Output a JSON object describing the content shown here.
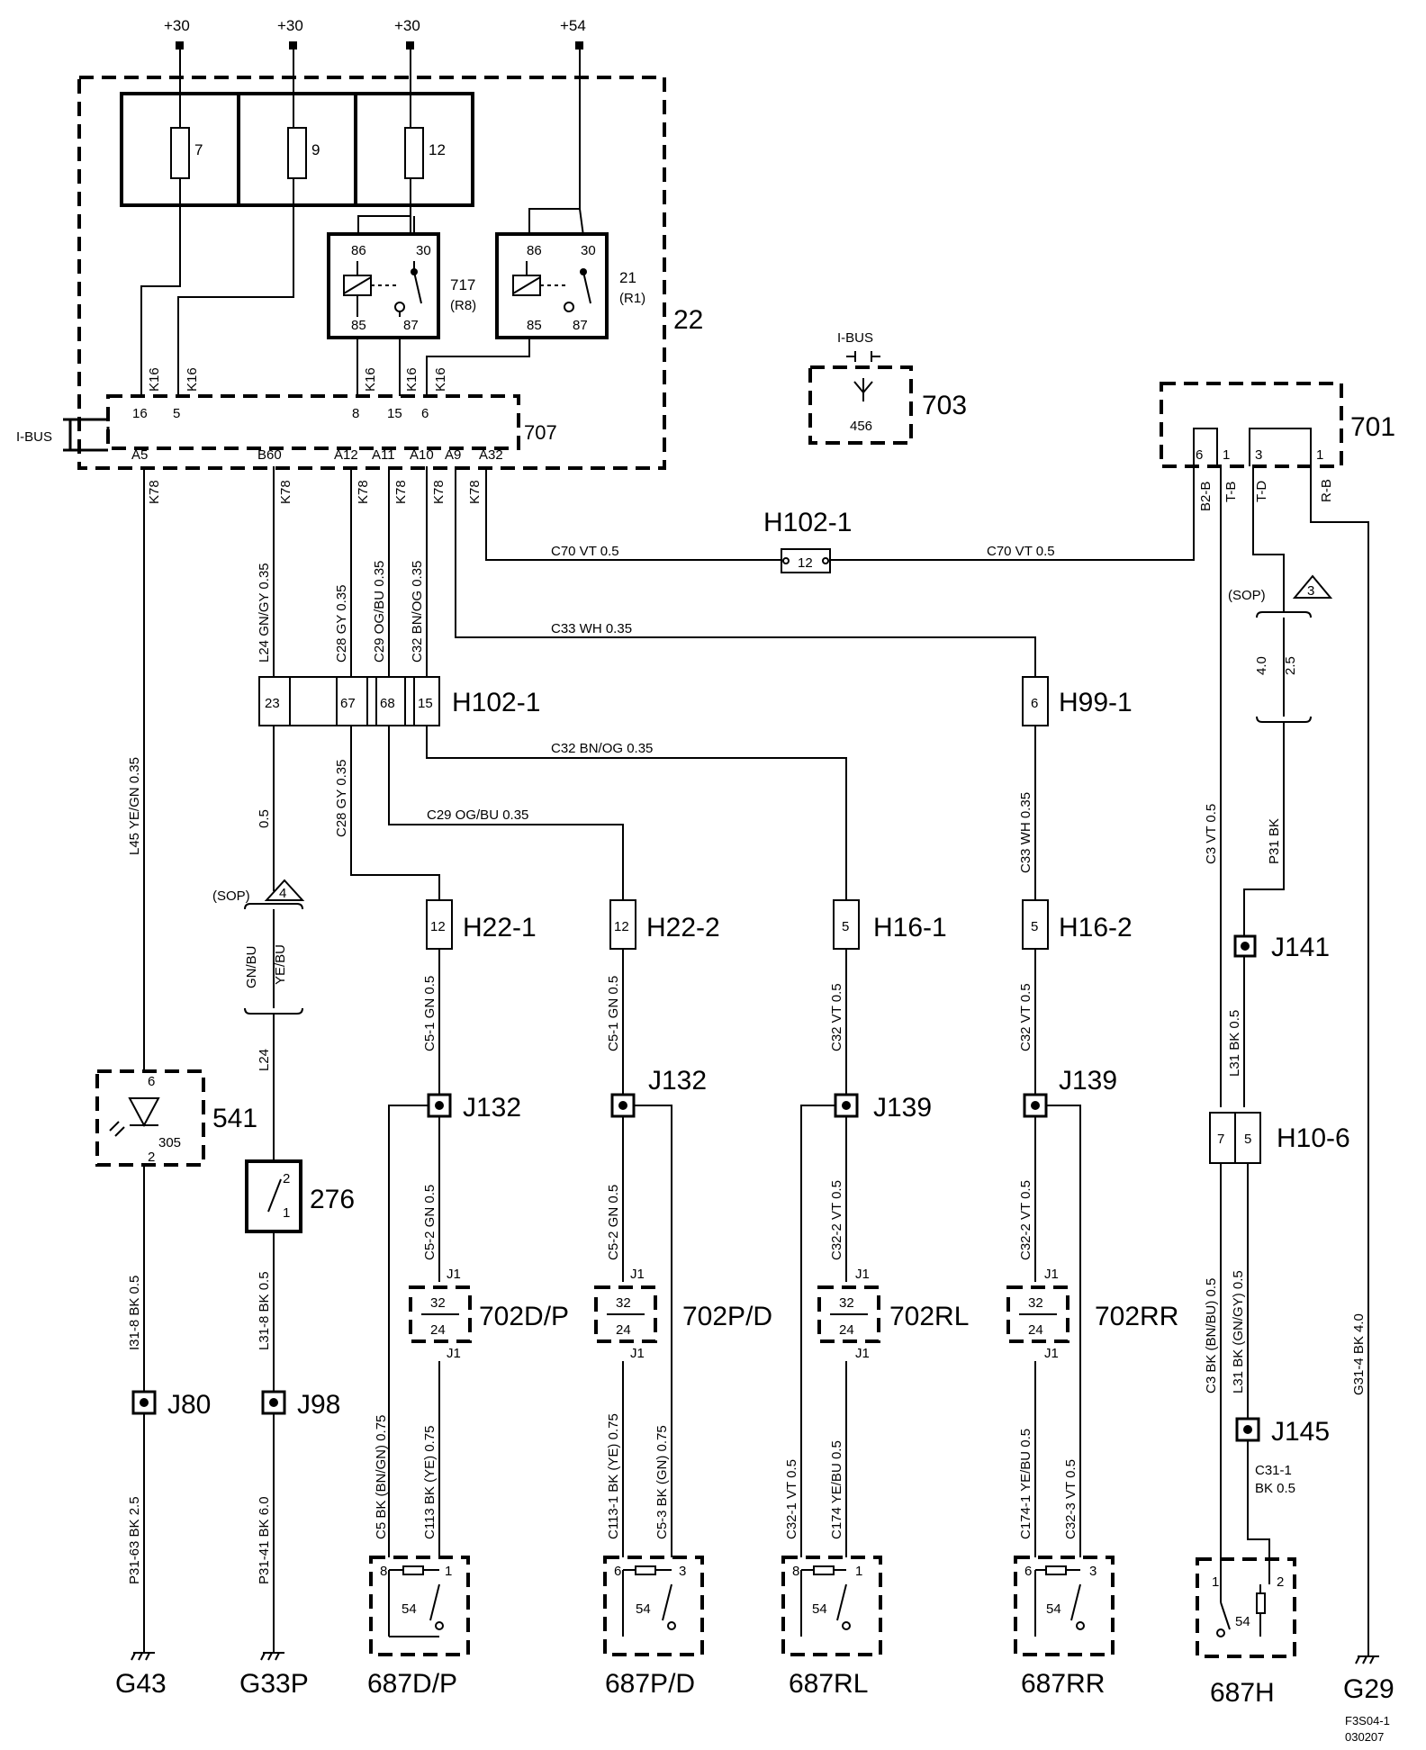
{
  "power": [
    "+30",
    "+30",
    "+30",
    "+54"
  ],
  "fuses": [
    "7",
    "9",
    "12"
  ],
  "relays": [
    {
      "pin86": "86",
      "pin30": "30",
      "pin85": "85",
      "pin87": "87",
      "id": "717",
      "sub": "(R8)"
    },
    {
      "pin86": "86",
      "pin30": "30",
      "pin85": "85",
      "pin87": "87",
      "id": "21",
      "sub": "(R1)"
    }
  ],
  "box22": "22",
  "box707": "707",
  "ibus": "I-BUS",
  "k16": "K16",
  "k78": "K78",
  "pins707_top": [
    "16",
    "5",
    "8",
    "15",
    "6"
  ],
  "pins707_bot": [
    "A5",
    "B60",
    "A12",
    "A11",
    "A10",
    "A9",
    "A32"
  ],
  "comp703": {
    "label": "I-BUS",
    "num": "456",
    "id": "703"
  },
  "comp701": {
    "id": "701",
    "pins": [
      "6",
      "1",
      "3",
      "1"
    ],
    "wires": [
      "B2-B",
      "T-B",
      "T-D",
      "R-B"
    ]
  },
  "h102_top": {
    "id": "H102-1",
    "pin": "12",
    "wire_left": "C70  VT  0.5",
    "wire_right": "C70  VT  0.5"
  },
  "wire_c33": "C33  WH  0.35",
  "wire_c32": "C32  BN/OG   0.35",
  "wire_c29": "C29   OG/BU  0.35",
  "vwires_top": [
    "L24  GN/GY  0.35",
    "C28  GY  0.35",
    "C29  OG/BU  0.35",
    "C32  BN/OG  0.35"
  ],
  "h102_block": {
    "id": "H102-1",
    "pins": [
      "23",
      "67",
      "68",
      "15"
    ]
  },
  "h99": {
    "id": "H99-1",
    "pin": "6"
  },
  "wire_l45": "L45  YE/GN  0.35",
  "wire_05": "0.5",
  "wire_c28b": "C28  GY  0.35",
  "wire_c33b": "C33  WH  0.35",
  "sop_left": {
    "text": "(SOP)",
    "note": "4",
    "a": "GN/BU",
    "b": "YE/BU",
    "below": "L24"
  },
  "sop_right": {
    "text": "(SOP)",
    "note": "3",
    "a": "4.0",
    "b": "2.5"
  },
  "wire_c3": "C3  VT  0.5",
  "wire_p31": "P31  BK",
  "connectors_h": [
    {
      "id": "H22-1",
      "pin": "12"
    },
    {
      "id": "H22-2",
      "pin": "12"
    },
    {
      "id": "H16-1",
      "pin": "5"
    },
    {
      "id": "H16-2",
      "pin": "5"
    }
  ],
  "j141": "J141",
  "wire_c5_1": "C5-1 GN  0.5",
  "wire_c5_1b": "C5-1 GN  0.5",
  "wire_c32_vt": "C32  VT  0.5",
  "wire_c32_vt_b": "C32  VT  0.5",
  "wire_l31_bk": "L31  BK  0.5",
  "comp541": {
    "id": "541",
    "pin_top": "6",
    "pin_bot": "2",
    "num": "305"
  },
  "splices": [
    "J132",
    "J132",
    "J139",
    "J139"
  ],
  "h10": {
    "id": "H10-6",
    "pins": [
      "7",
      "5"
    ]
  },
  "comp276": {
    "id": "276",
    "pin_top": "2",
    "pin_bot": "1"
  },
  "wires_mid": [
    "C5-2  GN  0.5",
    "C5-2  GN  0.5",
    "C32-2  VT  0.5",
    "C32-2  VT  0.5"
  ],
  "doors702": [
    {
      "id": "702D/P",
      "pin_top": "32",
      "pin_bot": "24",
      "j": "J1"
    },
    {
      "id": "702P/D",
      "pin_top": "32",
      "pin_bot": "24",
      "j": "J1"
    },
    {
      "id": "702RL",
      "pin_top": "32",
      "pin_bot": "24",
      "j": "J1"
    },
    {
      "id": "702RR",
      "pin_top": "32",
      "pin_bot": "24",
      "j": "J1"
    }
  ],
  "wire_i31": "I31-8  BK  0.5",
  "wire_l31_8": "L31-8  BK  0.5",
  "wire_c3_bk": "C3  BK (BN/BU)  0.5",
  "wire_l31_gn": "L31  BK (GN/GY)  0.5",
  "wire_g31": "G31-4  BK  4.0",
  "j80": "J80",
  "j98": "J98",
  "j145": "J145",
  "wire_c31": [
    "C31-1",
    "BK    0.5"
  ],
  "wires_low": [
    [
      "C5   BK  (BN/GN)  0.75",
      "C113  BK  (YE)  0.75"
    ],
    [
      "C113-1 BK (YE)  0.75",
      "C5-3  BK  (GN)  0.75"
    ],
    [
      "C32-1  VT  0.5",
      "C174  YE/BU  0.5"
    ],
    [
      "C174-1  YE/BU  0.5",
      "C32-3  VT  0.5"
    ]
  ],
  "wire_p31_63": "P31-63  BK  2.5",
  "wire_p31_41": "P31-41  BK  6.0",
  "switches687": [
    {
      "id": "687D/P",
      "pins": [
        "8",
        "1"
      ],
      "num": "54"
    },
    {
      "id": "687P/D",
      "pins": [
        "6",
        "3"
      ],
      "num": "54"
    },
    {
      "id": "687RL",
      "pins": [
        "8",
        "1"
      ],
      "num": "54"
    },
    {
      "id": "687RR",
      "pins": [
        "6",
        "3"
      ],
      "num": "54"
    },
    {
      "id": "687H",
      "pins": [
        "1",
        "2"
      ],
      "num": "54"
    }
  ],
  "grounds": [
    "G43",
    "G33P",
    "G29"
  ],
  "code": [
    "F3S04-1",
    "030207"
  ]
}
